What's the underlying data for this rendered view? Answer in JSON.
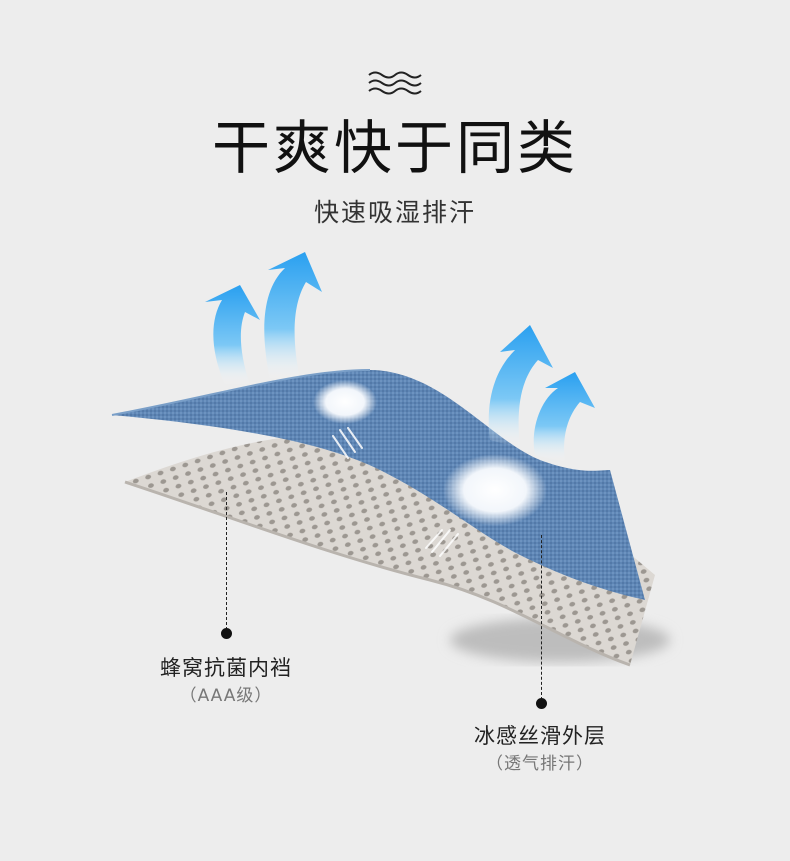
{
  "header": {
    "title": "干爽快于同类",
    "subtitle": "快速吸湿排汗"
  },
  "callouts": {
    "inner": {
      "label": "蜂窝抗菌内裆",
      "sublabel": "（AAA级）"
    },
    "outer": {
      "label": "冰感丝滑外层",
      "sublabel": "（透气排汗）"
    }
  },
  "icons": [
    "wave-icon",
    "up-arrow-icon",
    "moisture-cloud-icon",
    "moisture-droplets-icon"
  ],
  "colors": {
    "background": "#ededed",
    "outer_fabric": "#5e86b5",
    "inner_fabric": "#d8d4cf",
    "arrow": "#39a5ee",
    "text": "#111111",
    "sublabel": "#777777"
  }
}
